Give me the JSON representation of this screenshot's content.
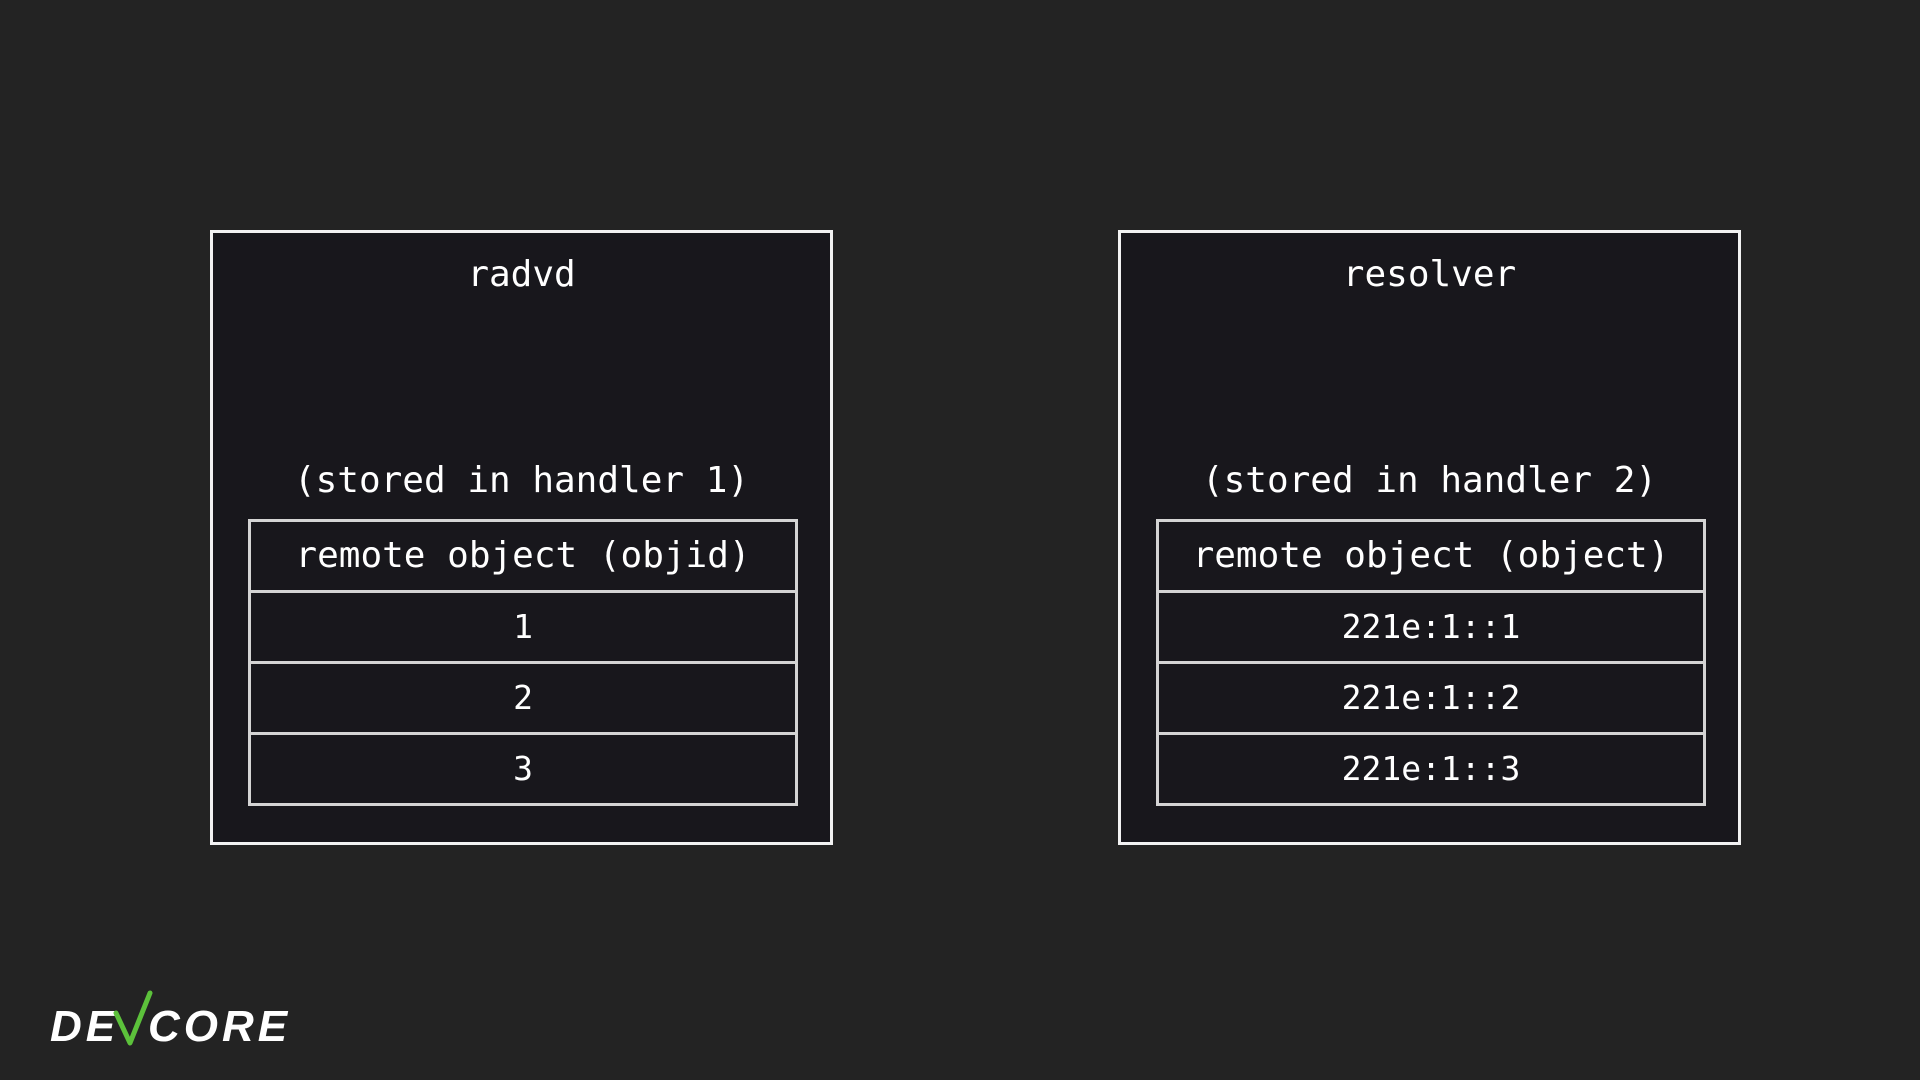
{
  "left_process": {
    "title": "radvd",
    "caption": "(stored in handler 1)",
    "table": {
      "header": "remote object (objid)",
      "rows": [
        "1",
        "2",
        "3"
      ]
    }
  },
  "right_process": {
    "title": "resolver",
    "caption": "(stored in handler 2)",
    "table": {
      "header": "remote object (object)",
      "rows": [
        "221e:1::1",
        "221e:1::2",
        "221e:1::3"
      ]
    }
  },
  "logo": {
    "text": "DEVCORE",
    "accent_color": "#5cc13b"
  },
  "colors": {
    "background": "#232323",
    "box_fill": "#18171c",
    "box_border": "#f2f2f2",
    "text": "#ffffff"
  }
}
